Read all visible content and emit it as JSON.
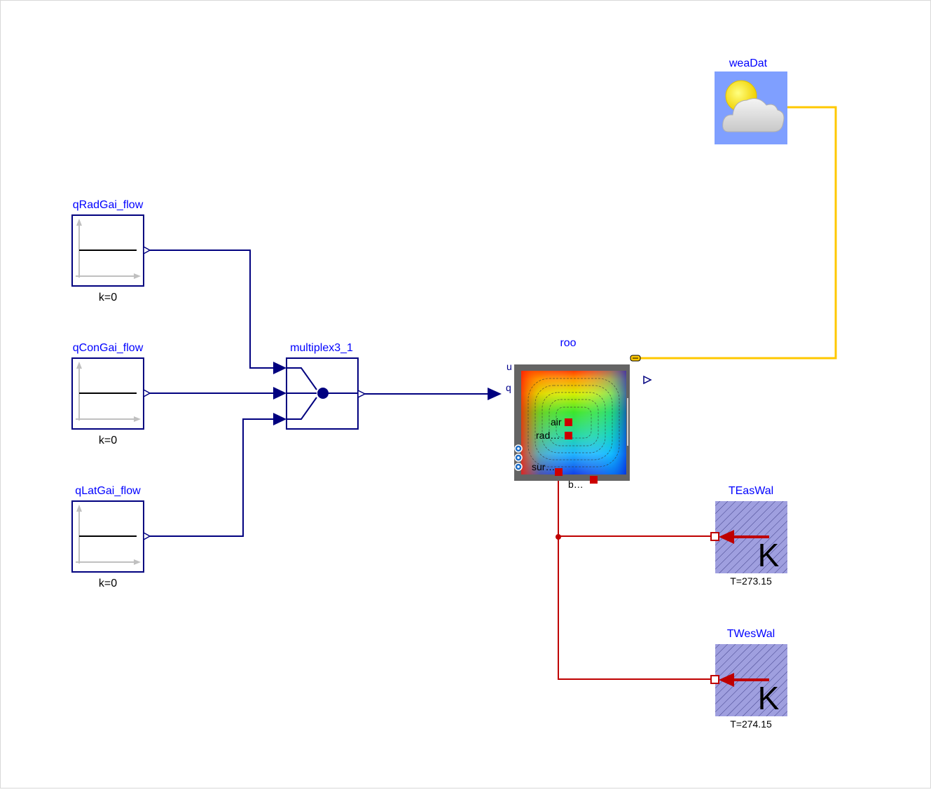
{
  "blocks": {
    "qRadGai": {
      "name": "qRadGai_flow",
      "param": "k=0"
    },
    "qConGai": {
      "name": "qConGai_flow",
      "param": "k=0"
    },
    "qLatGai": {
      "name": "qLatGai_flow",
      "param": "k=0"
    },
    "multiplex": {
      "name": "multiplex3_1"
    },
    "room": {
      "name": "roo",
      "input_u": "u",
      "input_q": "q",
      "port_air": "air",
      "port_rad": "rad…",
      "port_surf": "sur…",
      "port_b": "b…"
    },
    "weather": {
      "name": "weaDat"
    },
    "tEast": {
      "name": "TEasWal",
      "param": "T=273.15",
      "unit": "K"
    },
    "tWest": {
      "name": "TWesWal",
      "param": "T=274.15",
      "unit": "K"
    }
  },
  "colors": {
    "signal": "#00007f",
    "heat": "#bf0000",
    "weather_bus": "#ffc800",
    "label": "#0000ff",
    "fixed_temp_fill": "#9f9fdf",
    "weather_bg": "#7f9fff"
  }
}
